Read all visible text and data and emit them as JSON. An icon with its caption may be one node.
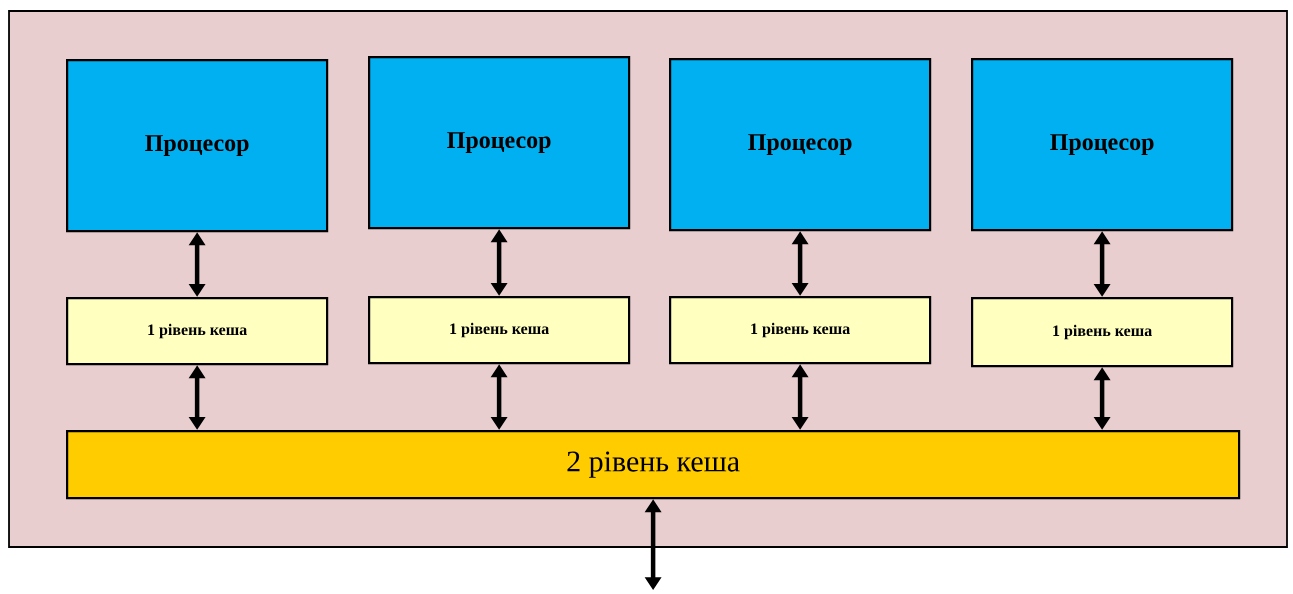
{
  "diagram": {
    "nodes": [
      {
        "text": [],
        "shape": "box"
      },
      {
        "text": [
          "Процесор"
        ],
        "in": 0
      },
      {
        "text": [
          "Процесор"
        ],
        "in": 0
      },
      {
        "text": [
          "Процесор"
        ],
        "in": 0
      },
      {
        "text": [
          "Процесор"
        ],
        "in": 0
      },
      {
        "text": [
          "1 рівень кеша"
        ],
        "in": 0
      },
      {
        "text": [
          "1 рівень кеша"
        ],
        "in": 0
      },
      {
        "text": [
          "1 рівень кеша"
        ],
        "in": 0
      },
      {
        "text": [
          "1 рівень кеша"
        ],
        "in": 0
      },
      {
        "text": [
          "2 рівень кеша"
        ],
        "in": 0
      }
    ],
    "edges": [
      {
        "from": 1,
        "to": 5,
        "arrow": "both"
      },
      {
        "from": 2,
        "to": 6,
        "arrow": "both"
      },
      {
        "from": 3,
        "to": 7,
        "arrow": "both"
      },
      {
        "from": 4,
        "to": 8,
        "arrow": "both"
      },
      {
        "from": 5,
        "to": 9,
        "arrow": "both"
      },
      {
        "from": 6,
        "to": 9,
        "arrow": "both"
      },
      {
        "from": 7,
        "to": 9,
        "arrow": "both"
      },
      {
        "from": 8,
        "to": 9,
        "arrow": "both"
      },
      {
        "from": 9,
        "to": null,
        "arrow": "both"
      }
    ]
  }
}
